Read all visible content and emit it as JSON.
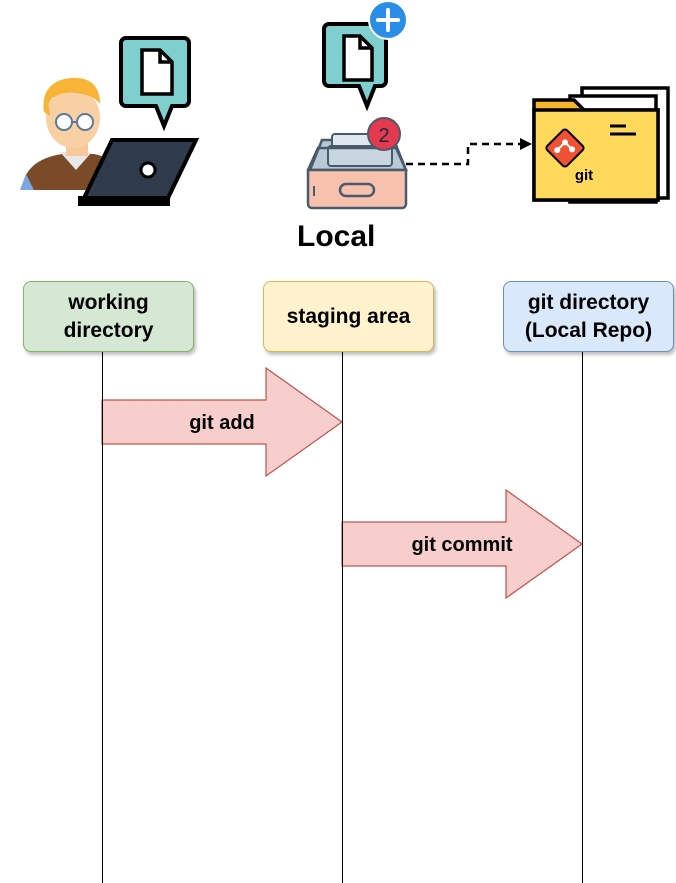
{
  "title": "Local",
  "columns": [
    {
      "label_lines": [
        "working",
        "directory"
      ],
      "fill": "#d5e8d4",
      "stroke": "#82b366"
    },
    {
      "label_lines": [
        "staging area"
      ],
      "fill": "#fff2cc",
      "stroke": "#d6b656"
    },
    {
      "label_lines": [
        "git directory",
        "(Local Repo)"
      ],
      "fill": "#dae8fc",
      "stroke": "#6c8ebf"
    }
  ],
  "arrows": [
    {
      "label": "git add",
      "from": 0,
      "to": 1
    },
    {
      "label": "git commit",
      "from": 1,
      "to": 2
    }
  ],
  "arrow_colors": {
    "fill": "#f8cecc",
    "stroke": "#b85450"
  },
  "icons": {
    "developer": "developer-at-laptop-icon",
    "staging": "inbox-tray-icon",
    "repo": "git-folder-icon",
    "document": "document-bubble-icon",
    "plus": "plus-badge-icon"
  },
  "staging_badge_count": "2",
  "repo_icon_text": "git",
  "colors": {
    "badge_red": "#e53950",
    "plus_blue": "#2a8ee6",
    "bubble_teal": "#7fcfcf",
    "folder_yellow": "#ffd85c",
    "git_orange": "#f05133"
  }
}
